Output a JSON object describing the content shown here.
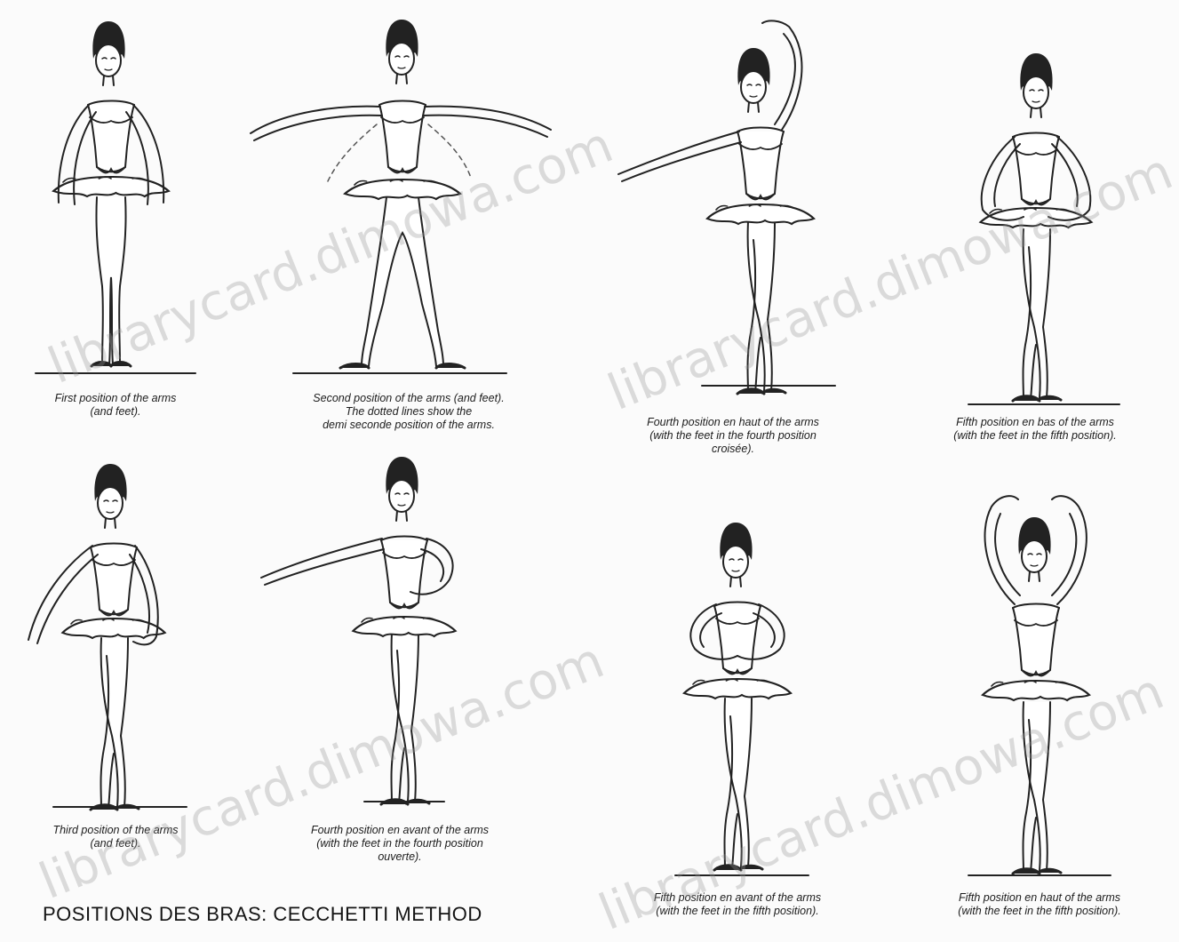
{
  "title": "POSITIONS DES BRAS: CECCHETTI METHOD",
  "watermark": "librarycard.dimowa.com",
  "figures": [
    {
      "caption": [
        "First position of the arms",
        "(and feet)."
      ]
    },
    {
      "caption": [
        "Second position of the arms (and feet).",
        "The dotted lines show the",
        "demi seconde position of the arms."
      ]
    },
    {
      "caption": [
        "Fourth position en haut of the arms",
        "(with the feet in the fourth position",
        "croisée)."
      ]
    },
    {
      "caption": [
        "Fifth position en bas of the arms",
        "(with the feet in the fifth position)."
      ]
    },
    {
      "caption": [
        "Third position of the arms",
        "(and feet)."
      ]
    },
    {
      "caption": [
        "Fourth position en avant of the arms",
        "(with the feet in the fourth position",
        "ouverte)."
      ]
    },
    {
      "caption": [
        "Fifth position en avant of the arms",
        "(with the feet in the fifth position)."
      ]
    },
    {
      "caption": [
        "Fifth position en haut of the arms",
        "(with the feet in the fifth position)."
      ]
    }
  ]
}
